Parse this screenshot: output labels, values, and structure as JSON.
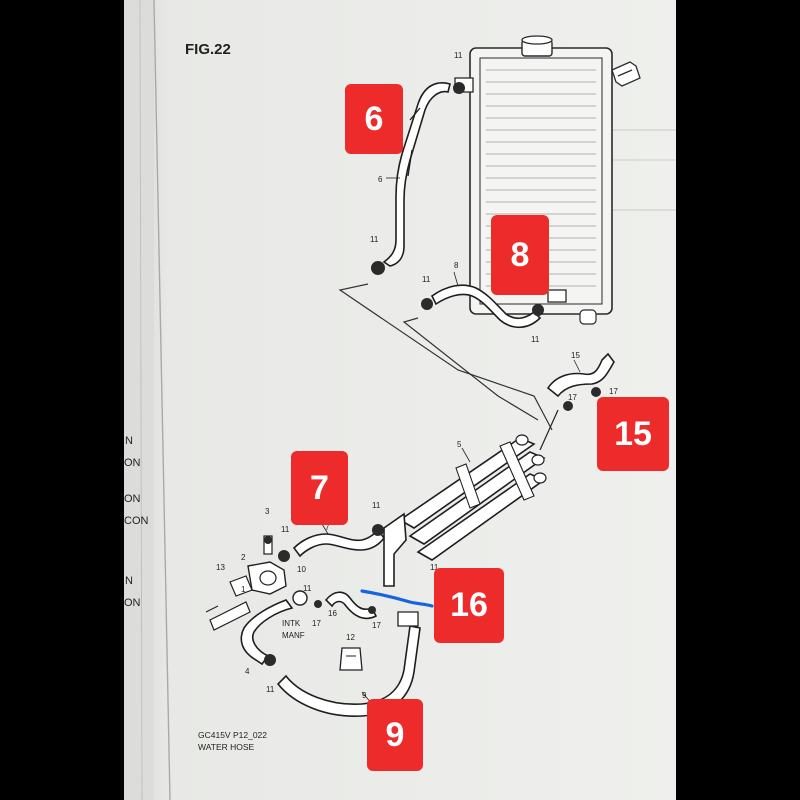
{
  "figure": {
    "title": "FIG.22",
    "code": "GC415V P12_022",
    "caption": "WATER HOSE"
  },
  "part_numbers": {
    "n11": "11",
    "n6": "6",
    "n8": "8",
    "n15": "15",
    "n17": "17",
    "n5": "5",
    "n3": "3",
    "n2": "2",
    "n13": "13",
    "n1": "1",
    "n10": "10",
    "n16": "16",
    "n12": "12",
    "n4": "4",
    "n9": "9",
    "n7": "7"
  },
  "labels": {
    "intk": "INTK",
    "manf": "MANF"
  },
  "margin_text": [
    "N",
    "ON",
    "ON",
    "CON",
    "N",
    "ON"
  ],
  "badges": [
    {
      "id": "badge-6",
      "label": "6"
    },
    {
      "id": "badge-8",
      "label": "8"
    },
    {
      "id": "badge-15",
      "label": "15"
    },
    {
      "id": "badge-7",
      "label": "7"
    },
    {
      "id": "badge-16",
      "label": "16"
    },
    {
      "id": "badge-9",
      "label": "9"
    }
  ],
  "colors": {
    "badge": "#ee2b2b",
    "marker_stroke": "#1565e0",
    "paper": "#ecedea"
  }
}
